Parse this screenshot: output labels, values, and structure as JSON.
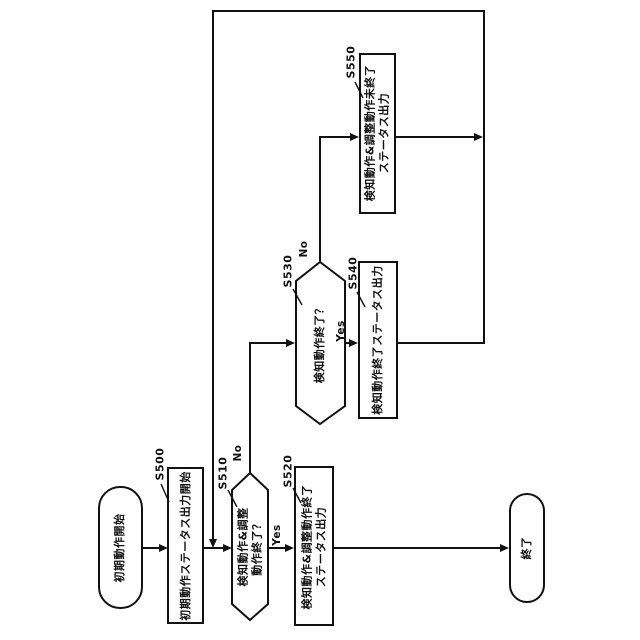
{
  "figure": {
    "type": "flowchart",
    "background_color": "#ffffff",
    "line_color": "#111111",
    "shape_fill": "#ffffff",
    "nodes": {
      "start": {
        "shape": "terminator",
        "label": "初期動作開始"
      },
      "s500": {
        "step": "S500",
        "shape": "process",
        "label": "初期動作ステータス出力開始"
      },
      "s510": {
        "step": "S510",
        "shape": "decision",
        "line1": "検知動作&調整",
        "line2": "動作終了？"
      },
      "s520": {
        "step": "S520",
        "shape": "process",
        "line1": "検知動作&調整動作終了",
        "line2": "ステータス出力"
      },
      "s530": {
        "step": "S530",
        "shape": "decision",
        "label": "検知動作終了？"
      },
      "s540": {
        "step": "S540",
        "shape": "process",
        "label": "検知動作終了ステータス出力"
      },
      "s550": {
        "step": "S550",
        "shape": "process",
        "line1": "検知動作&調整動作未終了",
        "line2": "ステータス出力"
      },
      "end": {
        "shape": "terminator",
        "label": "終了"
      }
    },
    "branches": {
      "s510_yes": "Yes",
      "s510_no": "No",
      "s530_yes": "Yes",
      "s530_no": "No"
    }
  }
}
